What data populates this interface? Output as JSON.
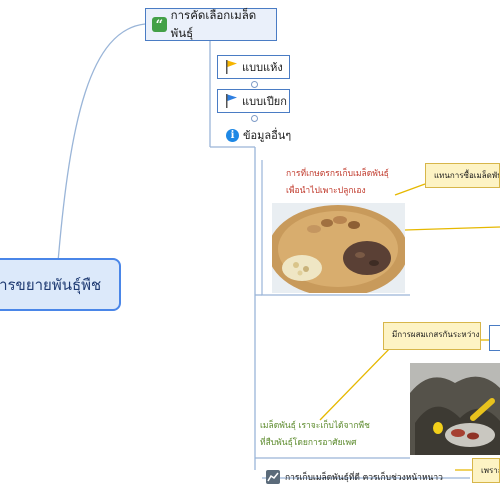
{
  "central": {
    "label": "การขยายพันธุ์พืช"
  },
  "main_topic": {
    "label": "การคัดเลือกเมล็ดพันธุ์"
  },
  "subtopics": [
    {
      "label": "แบบแห้ง",
      "flag_color": "#f5b400"
    },
    {
      "label": "แบบเปียก",
      "flag_color": "#2f7fe0"
    }
  ],
  "info_topic": {
    "label": "ข้อมูลอื่นๆ"
  },
  "notes": {
    "red": [
      "การที่เกษตรกรเก็บเมล็ดพันธุ์",
      "เพื่อนำไปเพาะปลูกเอง"
    ],
    "green": [
      "เมล็ดพันธุ์ เราจะเก็บได้จากพืช",
      "ที่สืบพันธุ์โดยการอาศัยเพศ"
    ]
  },
  "callouts": {
    "top": "แทนการซื้อเมล็ดพัน",
    "middle": "มีการผสมเกสรกันระหว่าง",
    "bottom": "เพราะมี"
  },
  "last_topic": {
    "label": "การเก็บเมล็ดพันธุ์ที่ดี ควรเก็บช่วงหน้าหนาว"
  },
  "colors": {
    "connector": "#9ab5d8",
    "callout_line": "#e6b800",
    "topic_border": "#4a7cc4",
    "red_text": "#c0392b",
    "green_text": "#5b8a2b"
  }
}
